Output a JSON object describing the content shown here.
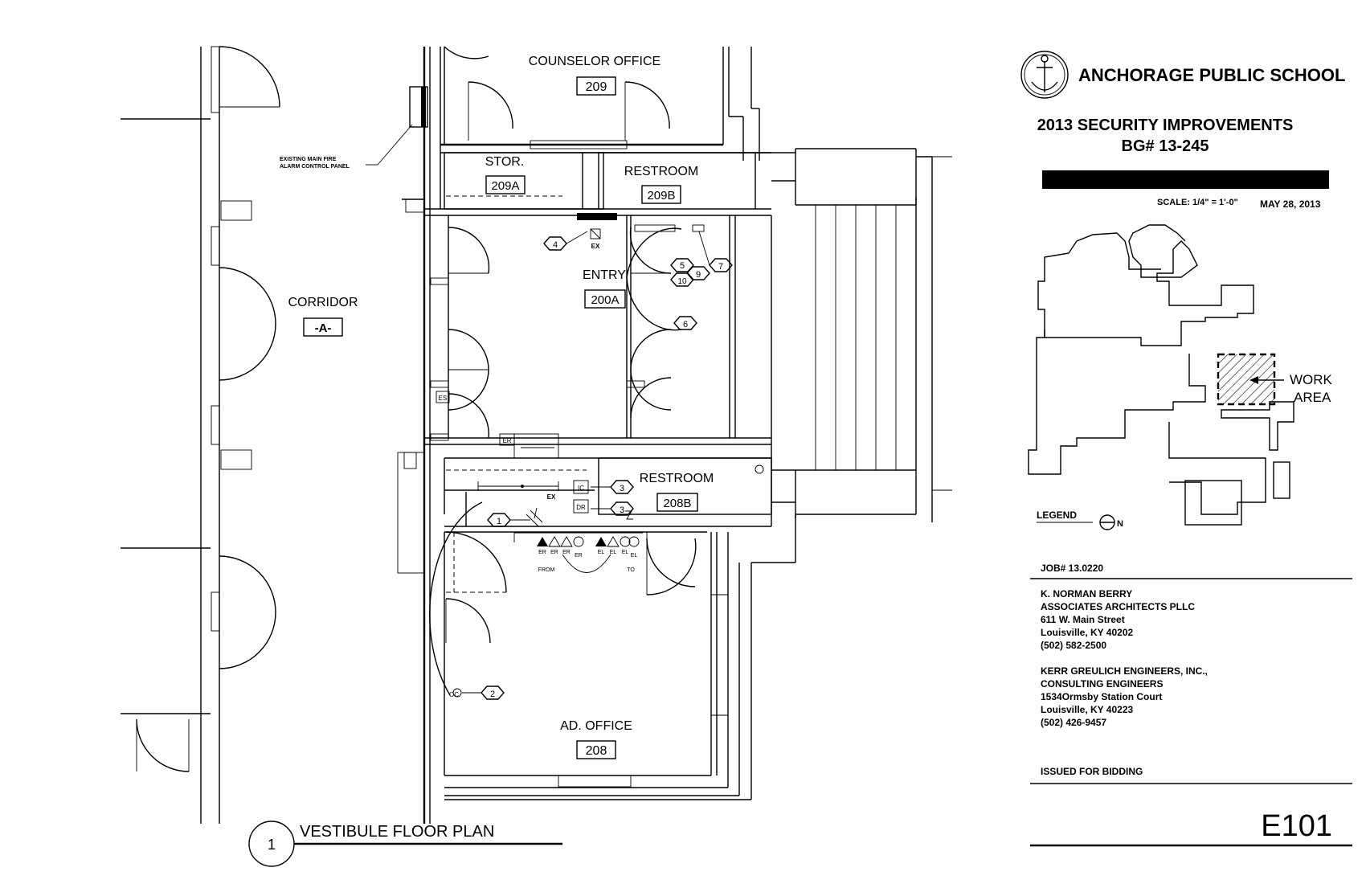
{
  "title_block": {
    "school_name": "ANCHORAGE PUBLIC SCHOOL",
    "project_title": "2013 SECURITY IMPROVEMENTS",
    "bg_number": "BG# 13-245",
    "scale": "SCALE: 1/4\" = 1'-0\"",
    "date": "MAY 28, 2013",
    "key_plan_label_1": "WORK",
    "key_plan_label_2": "AREA",
    "legend": "LEGEND",
    "north": "N",
    "job_number": "JOB# 13.0220",
    "architect": [
      "K. NORMAN BERRY",
      "ASSOCIATES ARCHITECTS PLLC",
      "611 W. Main Street",
      "Louisville, KY 40202",
      "(502) 582-2500"
    ],
    "engineer": [
      "KERR GREULICH ENGINEERS, INC.,",
      "CONSULTING ENGINEERS",
      "1534Ormsby Station Court",
      "Louisville, KY 40223",
      "(502) 426-9457"
    ],
    "issue_status": "ISSUED FOR BIDDING",
    "sheet_number": "E101"
  },
  "plan": {
    "drawing_number": "1",
    "drawing_title": "VESTIBULE FLOOR PLAN",
    "fire_alarm_note_1": "EXISTING MAIN FIRE",
    "fire_alarm_note_2": "ALARM CONTROL PANEL",
    "rooms": {
      "counselor": {
        "name": "COUNSELOR OFFICE",
        "number": "209"
      },
      "storage": {
        "name": "STOR.",
        "number": "209A"
      },
      "restroom_b": {
        "name": "RESTROOM",
        "number": "209B"
      },
      "entry": {
        "name": "ENTRY",
        "number": "200A"
      },
      "corridor": {
        "name": "CORRIDOR",
        "number": "-A-"
      },
      "restroom_208": {
        "name": "RESTROOM",
        "number": "208B"
      },
      "ad_office": {
        "name": "AD. OFFICE",
        "number": "208"
      }
    },
    "device_labels": {
      "ex_top": "EX",
      "ex_mid": "EX",
      "es": "ES",
      "er_door": "ER",
      "ic": "IC",
      "dr": "DR",
      "panel_from": [
        "ER",
        "ER",
        "ER",
        "ER"
      ],
      "panel_to": [
        "EL",
        "EL",
        "EL",
        "EL"
      ],
      "from": "FROM",
      "to": "TO",
      "oc": "OC"
    },
    "keynotes": [
      "4",
      "5",
      "10",
      "9",
      "7",
      "6",
      "3",
      "3",
      "1",
      "2"
    ]
  },
  "colors": {
    "ink": "#000000",
    "paper": "#ffffff"
  }
}
